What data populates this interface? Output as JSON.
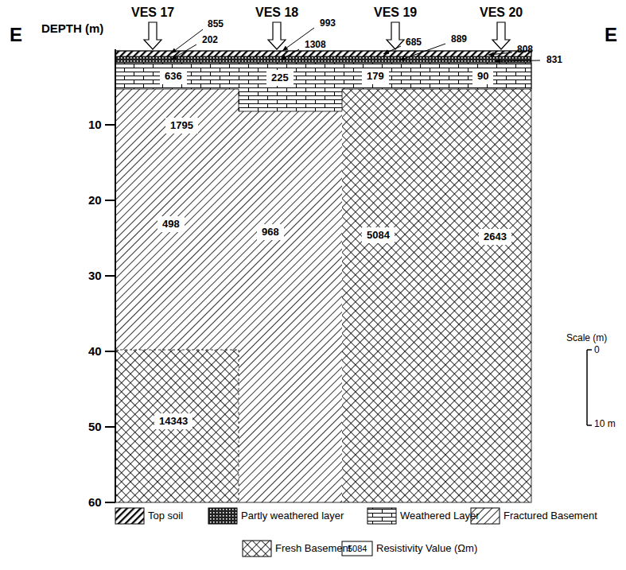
{
  "diagram": {
    "nodes": [
      {
        "text": [
          "636"
        ]
      },
      {
        "text": [
          "225"
        ]
      },
      {
        "text": [
          "179"
        ]
      },
      {
        "text": [
          "90"
        ]
      },
      {
        "text": [
          "1795"
        ]
      },
      {
        "text": [
          "498"
        ]
      },
      {
        "text": [
          "968"
        ]
      },
      {
        "text": [
          "5084"
        ]
      },
      {
        "text": [
          "2643"
        ]
      },
      {
        "text": [
          "14343"
        ]
      }
    ],
    "labels": [
      "E",
      "DEPTH (m)",
      "VES 17",
      "VES 18",
      "VES 19",
      "VES 20",
      "E",
      "855",
      "202",
      "993",
      "1308",
      "685",
      "889",
      "808",
      "831",
      "10",
      "20",
      "30",
      "40",
      "50",
      "60",
      "Scale (m)",
      "0",
      "10 m",
      "5084"
    ],
    "legend": [
      {
        "text": "Top soil"
      },
      {
        "text": "Partly weathered layer"
      },
      {
        "text": "Weathered Layer"
      },
      {
        "text": "Fractured Basement"
      },
      {
        "text": "Fresh Basement"
      },
      {
        "text": "Resistivity Value (Ωm)"
      }
    ]
  }
}
